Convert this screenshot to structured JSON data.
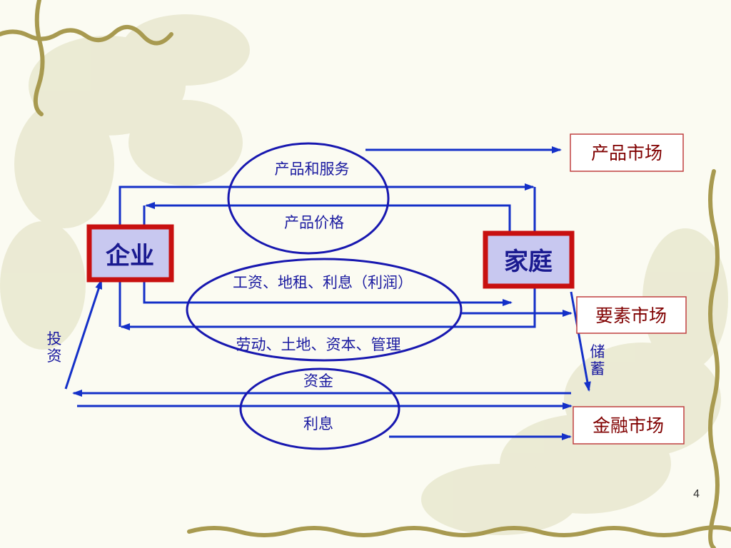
{
  "slide": {
    "page_number": "4"
  },
  "boxes": {
    "firm": "企业",
    "household": "家庭"
  },
  "markets": {
    "product": "产品市场",
    "factor": "要素市场",
    "financial": "金融市场"
  },
  "flows": {
    "goods_services": "产品和服务",
    "product_price": "产品价格",
    "factor_income": "工资、地租、利息（利润）",
    "factors": "劳动、土地、资本、管理",
    "funds": "资金",
    "interest": "利息",
    "investment": "投资",
    "savings": "储蓄"
  },
  "colors": {
    "arrow": "#1430c8",
    "ellipse": "#1818b0",
    "box_border": "#c81010",
    "box_fill": "#c8c8f0",
    "market_border": "#c04040",
    "market_text": "#800000"
  }
}
